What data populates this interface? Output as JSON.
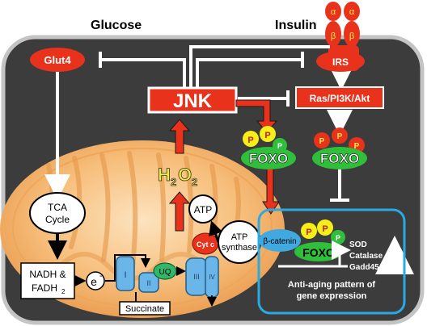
{
  "labels": {
    "glucose": "Glucose",
    "insulin": "Insulin",
    "glut4": "Glut4",
    "jnk": "JNK",
    "irs": "IRS",
    "ras_pathway": "Ras/PI3K/Akt",
    "foxo": "FOXO",
    "phospho": "P",
    "alpha": "α",
    "beta": "β",
    "h": "H",
    "o": "O",
    "sub2": "2",
    "tca_line1": "TCA",
    "tca_line2": "Cycle",
    "nadh_line1": "NADH &",
    "nadh_line2": "FADH",
    "electron": "e",
    "electron_sup": "-",
    "atp": "ATP",
    "atp_synthase_line1": "ATP",
    "atp_synthase_line2": "synthase",
    "complex_i": "I",
    "complex_ii": "II",
    "complex_iii": "III",
    "complex_iv": "IV",
    "uq": "UQ",
    "cytc": "Cyt c",
    "succinate": "Succinate",
    "beta_catenin": "β-catenin",
    "sod": "SOD",
    "catalase": "Catalase",
    "gadd45": "Gadd45",
    "caption_line1": "Anti-aging pattern of",
    "caption_line2": "gene expression"
  },
  "colors": {
    "cell": "#3c3c3c",
    "cell_border": "#bdbdbd",
    "red": "#e8321c",
    "red_dark": "#c0200e",
    "foxo_green": "#2fbf3a",
    "uq_green": "#2fb86a",
    "yellow": "#f5ee19",
    "blue": "#3fa9e0",
    "complex_blue": "#6bb6e8",
    "nucleus_border": "#29abe2",
    "h2o2": "#f4ee3a",
    "arrow_white": "#ffffff",
    "mito": "#f5b56c"
  }
}
